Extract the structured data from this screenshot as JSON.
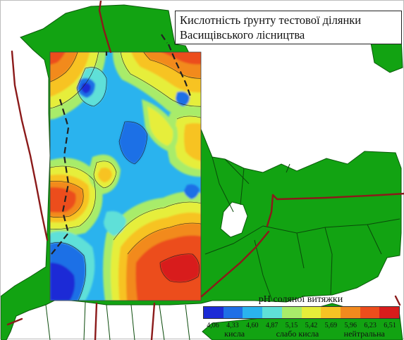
{
  "map": {
    "title_line1": "Кислотність ґрунту тестової ділянки",
    "title_line2": "Васищівського лісництва"
  },
  "legend": {
    "title": "pH соляної витяжки",
    "colors": [
      "#1c2bd6",
      "#1f6fe6",
      "#2ab3ee",
      "#5fe0d8",
      "#a8ec6a",
      "#e6ee3a",
      "#f7c324",
      "#f28a1e",
      "#ec4d1c",
      "#d81c1c"
    ],
    "ticks": [
      "4,06",
      "4,33",
      "4,60",
      "4,87",
      "5,15",
      "5,42",
      "5,69",
      "5,96",
      "6,23",
      "6,51"
    ],
    "classes": [
      "кисла",
      "слабо кисла",
      "нейтральна"
    ]
  },
  "colors": {
    "forest": "#12a312",
    "road": "#8b1a1a",
    "boundary": "#222222"
  }
}
